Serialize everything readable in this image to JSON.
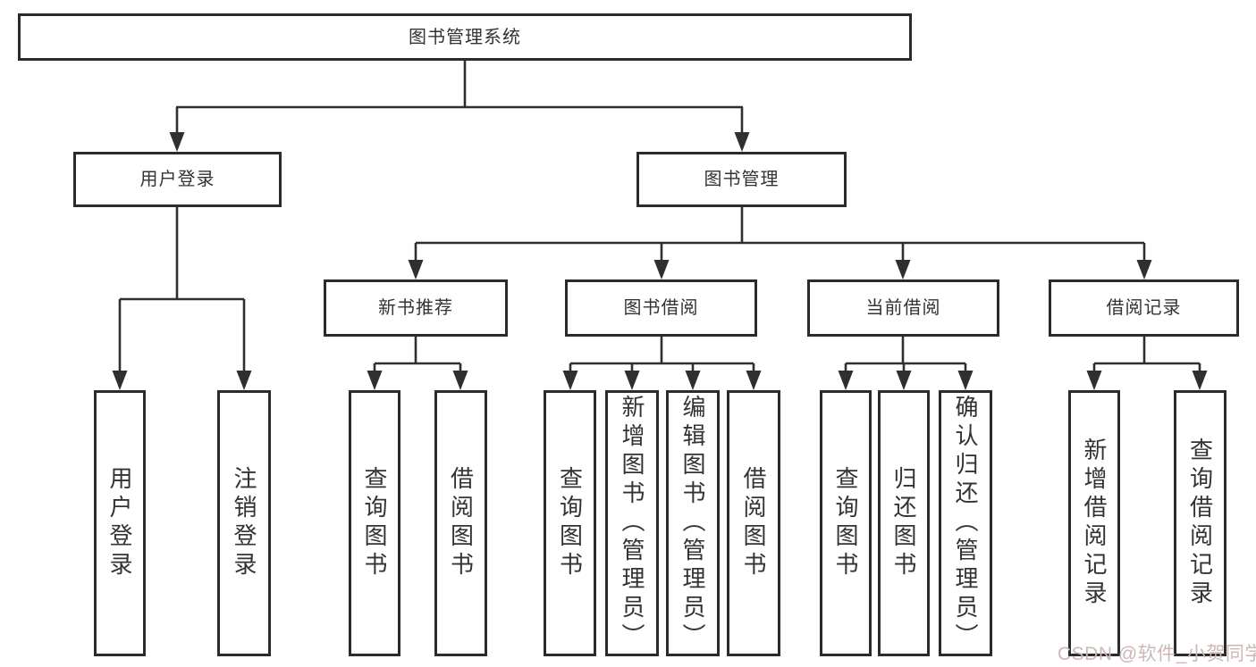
{
  "tree": {
    "root": {
      "label": "图书管理系统",
      "children": [
        {
          "label": "用户登录",
          "children": [
            {
              "label": "用户登录"
            },
            {
              "label": "注销登录"
            }
          ]
        },
        {
          "label": "图书管理",
          "children": [
            {
              "label": "新书推荐",
              "children": [
                {
                  "label": "查询图书"
                },
                {
                  "label": "借阅图书"
                }
              ]
            },
            {
              "label": "图书借阅",
              "children": [
                {
                  "label": "查询图书"
                },
                {
                  "label": "新增图书（管理员）"
                },
                {
                  "label": "编辑图书（管理员）"
                },
                {
                  "label": "借阅图书"
                }
              ]
            },
            {
              "label": "当前借阅",
              "children": [
                {
                  "label": "查询图书"
                },
                {
                  "label": "归还图书"
                },
                {
                  "label": "确认归还（管理员）"
                }
              ]
            },
            {
              "label": "借阅记录",
              "children": [
                {
                  "label": "新增借阅记录"
                },
                {
                  "label": "查询借阅记录"
                }
              ]
            }
          ]
        }
      ]
    }
  },
  "watermark": {
    "text": "CSDN @软件_小贺同学"
  },
  "colors": {
    "line": "#2f2f2f",
    "box_border": "#2b2b2b",
    "text": "#333333",
    "background": "#ffffff",
    "watermark": "#cfb6b6"
  }
}
